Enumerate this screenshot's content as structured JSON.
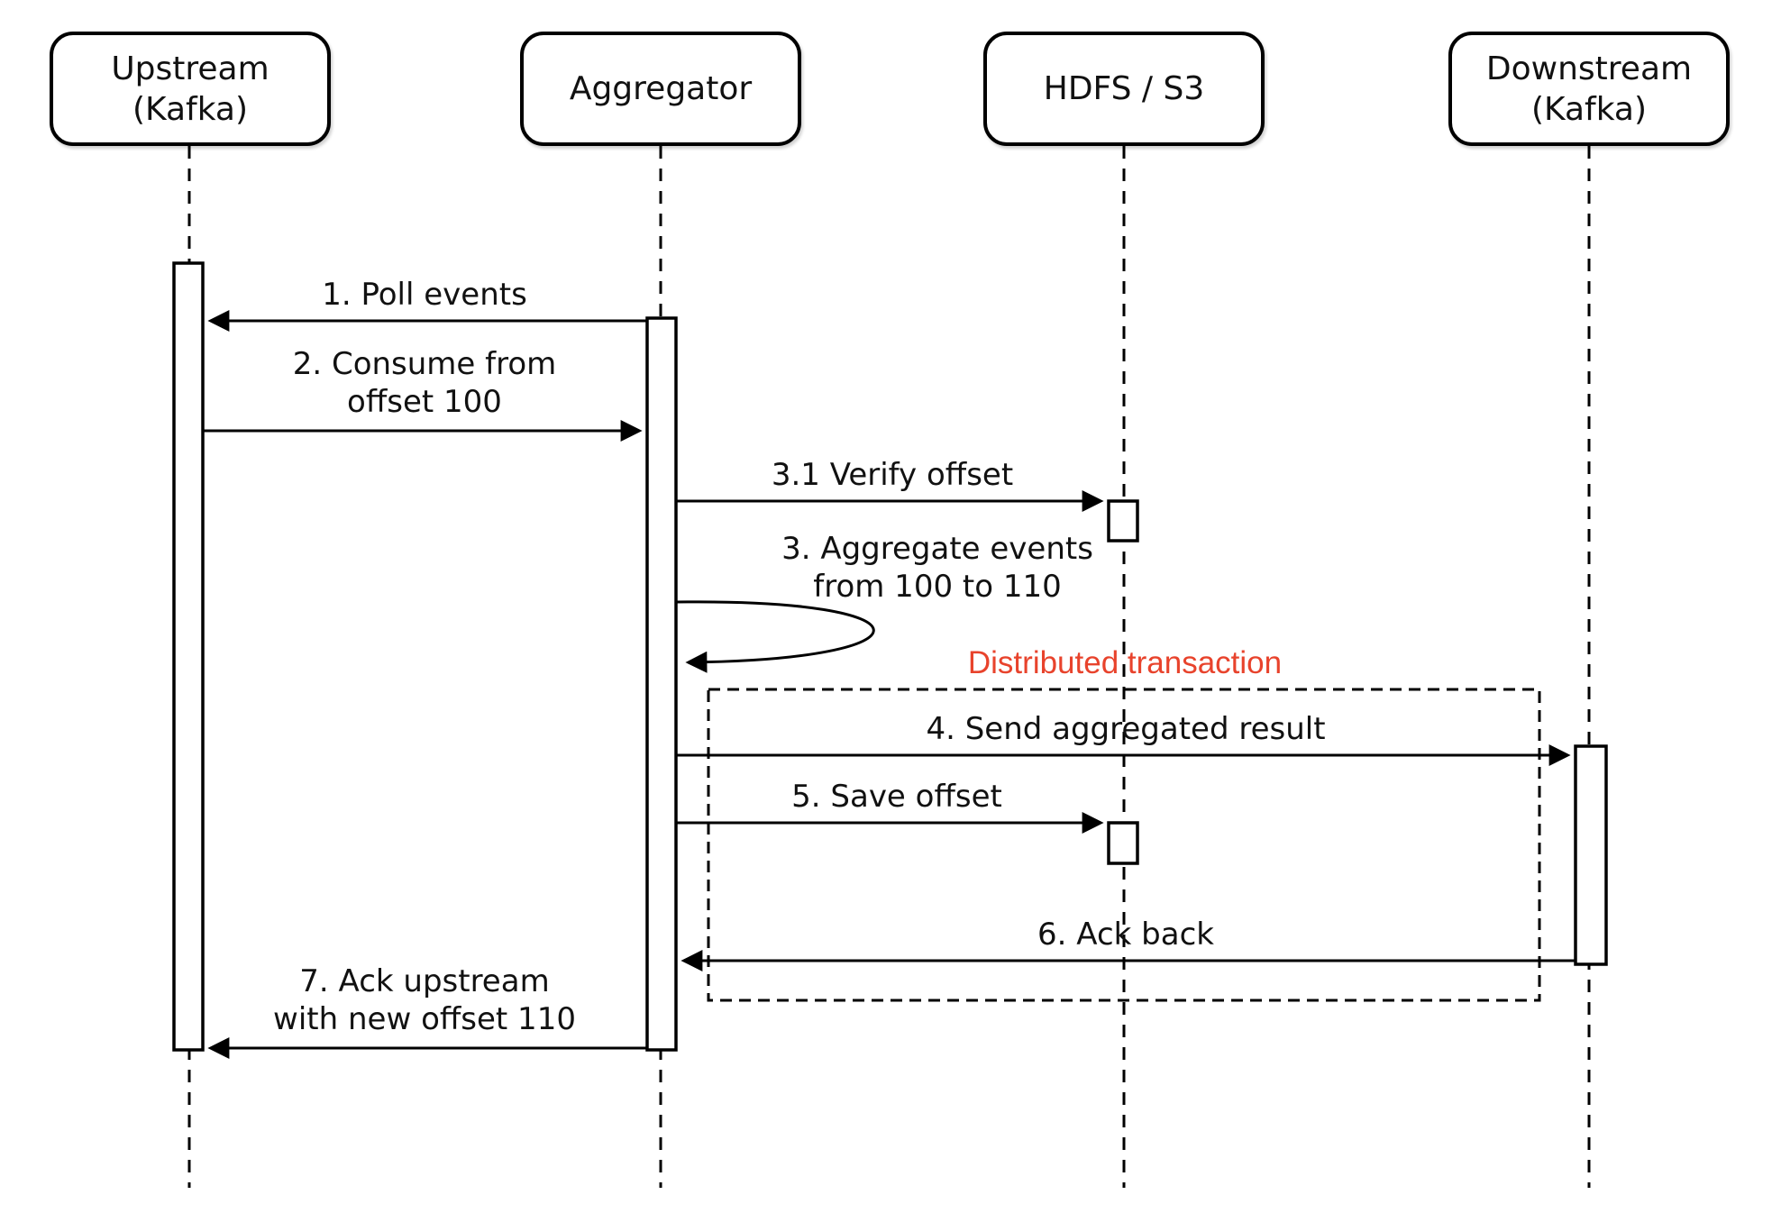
{
  "diagram": {
    "title": "Kafka aggregator distributed-transaction sequence",
    "participants": [
      {
        "id": "upstream",
        "label": "Upstream\n(Kafka)"
      },
      {
        "id": "aggregator",
        "label": "Aggregator"
      },
      {
        "id": "hdfs",
        "label": "HDFS / S3"
      },
      {
        "id": "downstream",
        "label": "Downstream\n(Kafka)"
      }
    ],
    "messages": [
      {
        "id": "m1",
        "from": "aggregator",
        "to": "upstream",
        "label": "1. Poll events"
      },
      {
        "id": "m2",
        "from": "upstream",
        "to": "aggregator",
        "label": "2. Consume from\noffset 100"
      },
      {
        "id": "m31",
        "from": "aggregator",
        "to": "hdfs",
        "label": "3.1 Verify offset"
      },
      {
        "id": "m3",
        "from": "aggregator",
        "to": "aggregator",
        "label": "3. Aggregate events\nfrom 100 to 110"
      },
      {
        "id": "m4",
        "from": "aggregator",
        "to": "downstream",
        "label": "4. Send aggregated result"
      },
      {
        "id": "m5",
        "from": "aggregator",
        "to": "hdfs",
        "label": "5. Save offset"
      },
      {
        "id": "m6",
        "from": "downstream",
        "to": "aggregator",
        "label": "6. Ack back"
      },
      {
        "id": "m7",
        "from": "aggregator",
        "to": "upstream",
        "label": "7. Ack upstream\nwith new offset 110"
      }
    ],
    "frame": {
      "label": "Distributed transaction"
    },
    "colors": {
      "line": "#000000",
      "text": "#111111",
      "accent_red": "#e8432c",
      "background": "#ffffff"
    }
  }
}
